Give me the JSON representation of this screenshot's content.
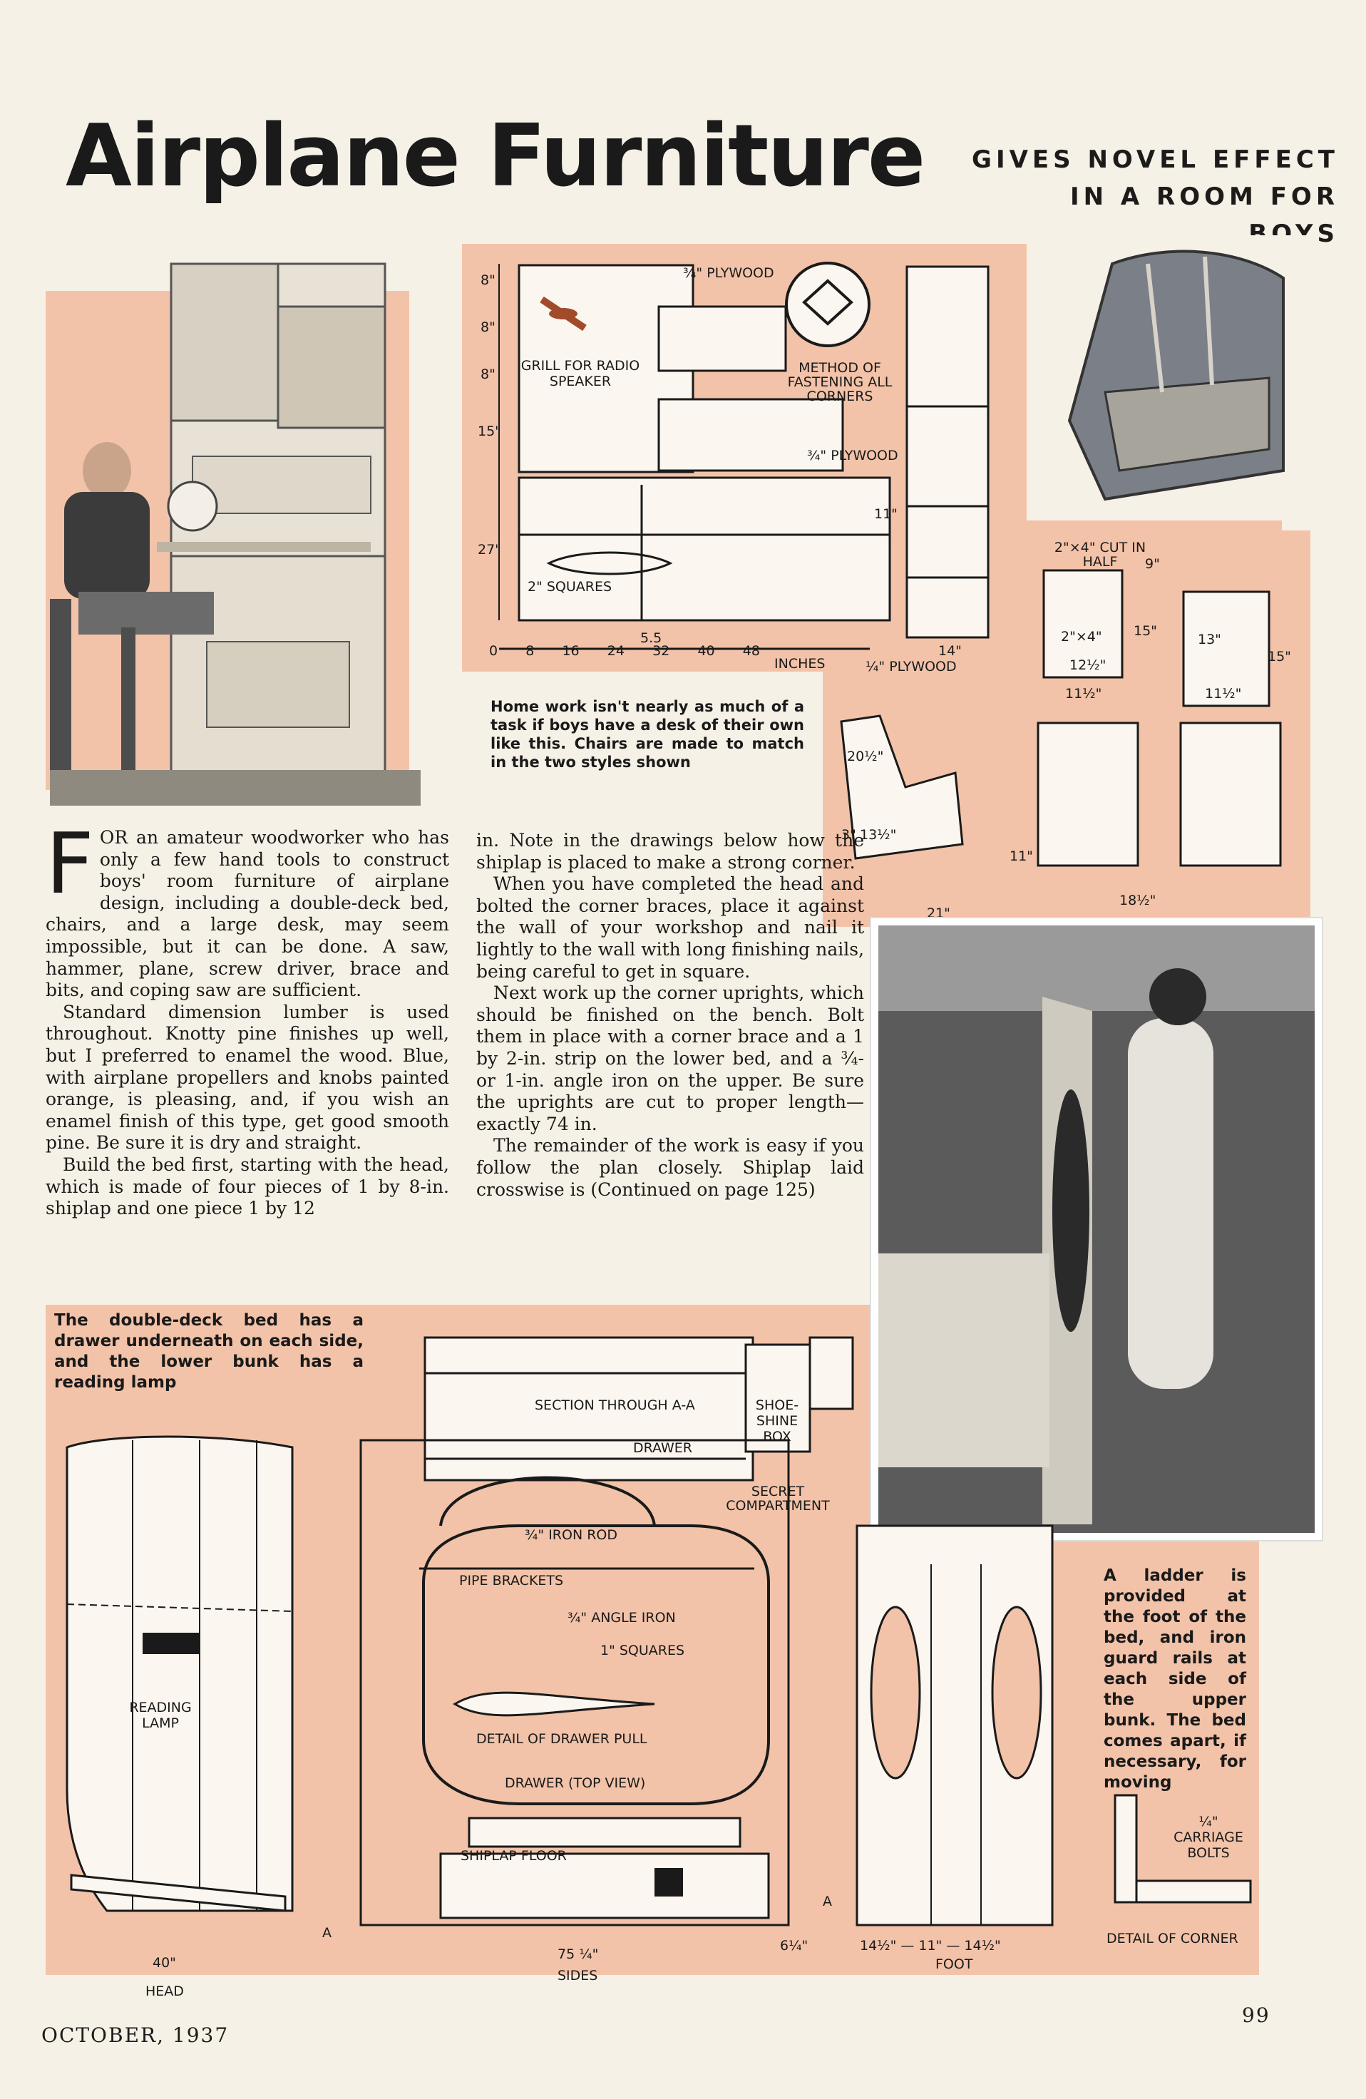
{
  "header": {
    "title": "Airplane Furniture",
    "subtitle_line1": "GIVES NOVEL EFFECT",
    "subtitle_line2": "IN A ROOM FOR BOYS"
  },
  "captions": {
    "desk": "Home work isn't nearly as much of a task if boys have a desk of their own like this. Chairs are made to match in the two styles shown",
    "bed": "The double-deck bed has a drawer underneath on each side, and the lower bunk has a reading lamp",
    "ladder": "A ladder is provided at the foot of the bed, and iron guard rails at each side of the upper bunk. The bed comes apart, if necessary, for moving"
  },
  "article": {
    "drop_cap": "F",
    "col1": [
      "OR an amateur woodworker who has only a few hand tools to construct boys' room furniture of airplane design, including a double-deck bed, chairs, and a large desk, may seem impossible, but it can be done. A saw, hammer, plane, screw driver, brace and bits, and coping saw are sufficient.",
      "Standard dimension lumber is used throughout. Knotty pine finishes up well, but I preferred to enamel the wood. Blue, with airplane propellers and knobs painted orange, is pleasing, and, if you wish an enamel finish of this type, get good smooth pine. Be sure it is dry and straight.",
      "Build the bed first, starting with the head, which is made of four pieces of 1 by 8-in. shiplap and one piece 1 by 12"
    ],
    "col2": [
      "in. Note in the drawings below how the shiplap is placed to make a strong corner.",
      "When you have completed the head and bolted the corner braces, place it against the wall of your workshop and nail it lightly to the wall with long finishing nails, being careful to get in square.",
      "Next work up the corner uprights, which should be finished on the bench. Bolt them in place with a corner brace and a 1 by 2-in. strip on the lower bed, and a ¾- or 1-in. angle iron on the upper. Be sure the uprights are cut to proper length—exactly 74 in.",
      "The remainder of the work is easy if you follow the plan closely. Shiplap laid crosswise is (Continued on page 125)"
    ]
  },
  "desk_diagram": {
    "plywood_top": "¾\" PLYWOOD",
    "grill": "GRILL FOR RADIO SPEAKER",
    "method": "METHOD OF FASTENING ALL CORNERS",
    "plywood_side": "¾\" PLYWOOD",
    "plywood_bottom": "¼\" PLYWOOD",
    "squares": "2\" SQUARES",
    "inches": "INCHES",
    "dim_8a": "8\"",
    "dim_8b": "8\"",
    "dim_8c": "8\"",
    "dim_15": "15\"",
    "dim_27": "27\"",
    "dim_11": "11\"",
    "dim_14": "14\"",
    "scale": [
      "0",
      "8",
      "16",
      "24",
      "32",
      "40",
      "48"
    ],
    "scale_mark": "5.5"
  },
  "chair_diagram": {
    "cut_in_half": "2\"×4\" CUT IN HALF",
    "two_by_four": "2\"×4\"",
    "d12": "12½\"",
    "d9": "9\"",
    "d15": "15\"",
    "d13": "13\"",
    "d15b": "15\"",
    "d11a": "11½\"",
    "d11b": "11½\"",
    "d20": "20½\"",
    "d3": "3\"",
    "d13b": "13½\"",
    "d21": "21\"",
    "d11c": "11\"",
    "d18": "18½\""
  },
  "bed_diagram": {
    "section": "SECTION THROUGH A-A",
    "drawer": "DRAWER",
    "shoe_box": "SHOE-SHINE BOX",
    "secret": "SECRET COMPARTMENT",
    "iron_rod": "¾\" IRON ROD",
    "pipe_brackets": "PIPE BRACKETS",
    "angle_iron": "¾\" ANGLE IRON",
    "one_inch_squares": "1\" SQUARES",
    "drawer_pull": "DETAIL OF DRAWER PULL",
    "drawer_top": "DRAWER (TOP VIEW)",
    "shiplap": "SHIPLAP FLOOR",
    "reading_lamp": "READING LAMP",
    "head_dim": "40\"",
    "head": "HEAD",
    "sides_dim": "75 ¼\"",
    "sides": "SIDES",
    "d6": "6¼\"",
    "a_left": "A",
    "a_right": "A",
    "foot_dims": "14½\" — 11\" — 14½\"",
    "foot": "FOOT",
    "carriage_bolts": "¼\" CARRIAGE BOLTS",
    "detail_corner": "DETAIL OF CORNER"
  },
  "footer": {
    "date": "OCTOBER, 1937",
    "page": "99"
  }
}
